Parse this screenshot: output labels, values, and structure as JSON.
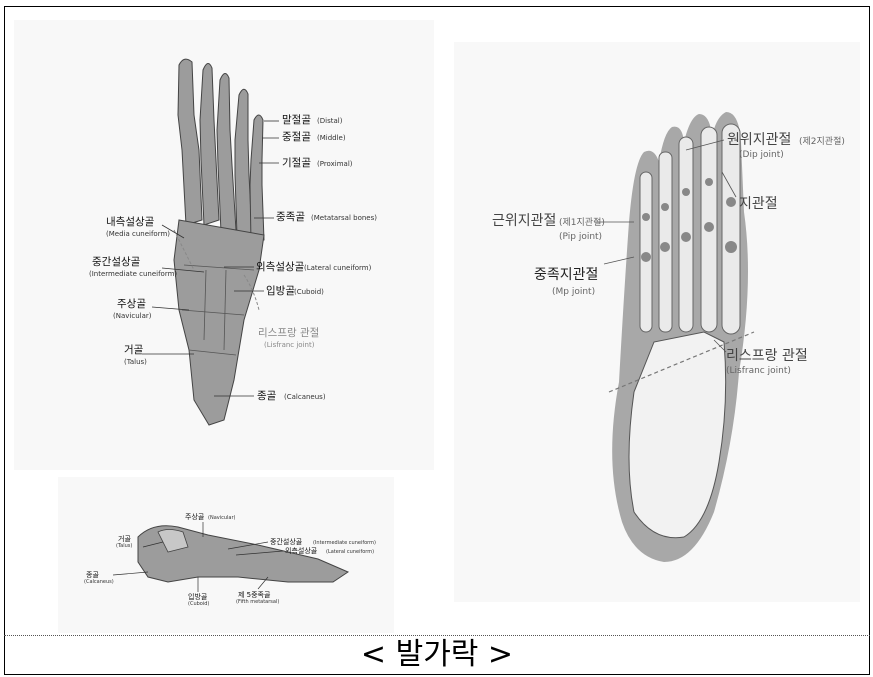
{
  "caption": "< 발가락 >",
  "fig1": {
    "labels": [
      {
        "ko": "말절골",
        "en": "(Distal)"
      },
      {
        "ko": "중절골",
        "en": "(Middle)"
      },
      {
        "ko": "기절골",
        "en": "(Proximal)"
      },
      {
        "ko": "중족골",
        "en": "(Metatarsal bones)"
      },
      {
        "ko": "내측설상골",
        "en": "(Media cuneiform)"
      },
      {
        "ko": "중간설상골",
        "en": "(Intermediate cuneiform)"
      },
      {
        "ko": "외측설상골",
        "en": "(Lateral cuneiform)"
      },
      {
        "ko": "입방골",
        "en": "(Cuboid)"
      },
      {
        "ko": "주상골",
        "en": "(Navicular)"
      },
      {
        "ko": "리스프랑 관절",
        "en": "(Lisfranc joint)"
      },
      {
        "ko": "거골",
        "en": "(Talus)"
      },
      {
        "ko": "종골",
        "en": "(Calcaneus)"
      }
    ]
  },
  "fig2": {
    "labels": [
      {
        "ko": "주상골",
        "en": "(Navicular)"
      },
      {
        "ko": "거골",
        "en": "(Talus)"
      },
      {
        "ko": "중간설상골",
        "en": "(Intermediate cuneiform)"
      },
      {
        "ko": "외측설상골",
        "en": "(Lateral cuneiform)"
      },
      {
        "ko": "종골",
        "en": "(Calcaneus)"
      },
      {
        "ko": "입방골",
        "en": "(Cuboid)"
      },
      {
        "ko": "제 5중족골",
        "en": "(Fifth metatarsal)"
      }
    ]
  },
  "fig3": {
    "labels": [
      {
        "ko": "원위지관절",
        "ko2": "(제2지관절)",
        "en": "(Dip joint)"
      },
      {
        "ko": "지관절",
        "en": ""
      },
      {
        "ko": "근위지관절",
        "ko2": "(제1지관절)",
        "en": "(Pip joint)"
      },
      {
        "ko": "중족지관절",
        "en": "(Mp joint)"
      },
      {
        "ko": "리스프랑 관절",
        "en": "(Lisfranc joint)"
      }
    ]
  }
}
